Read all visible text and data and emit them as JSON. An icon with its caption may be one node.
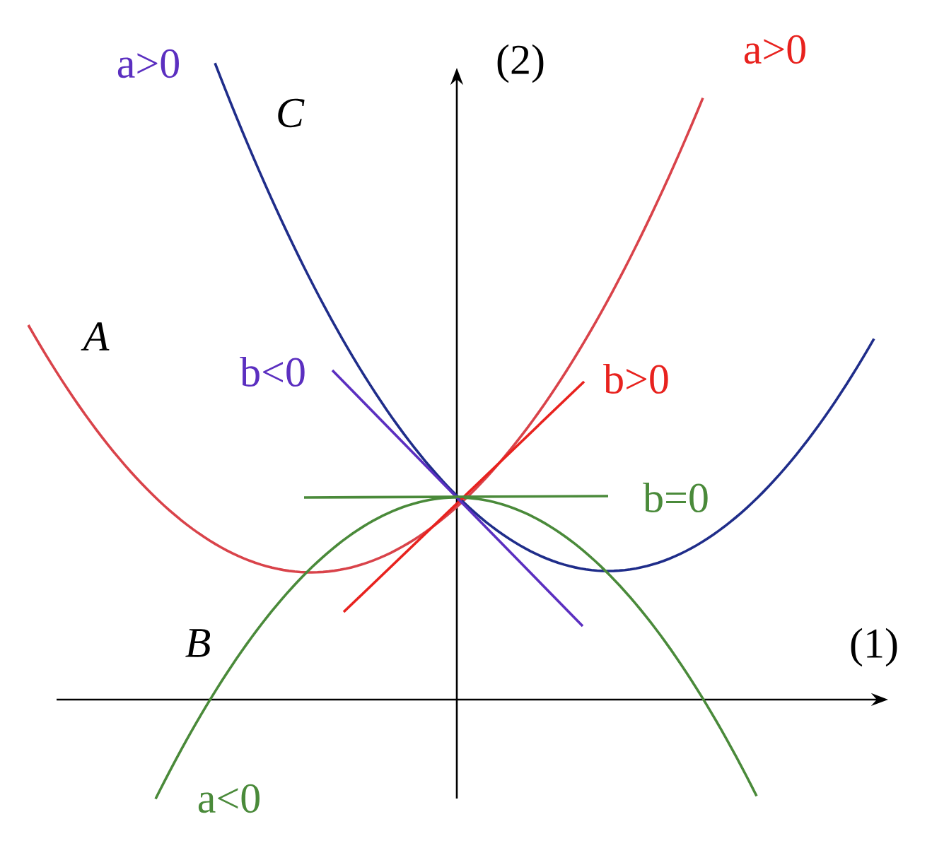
{
  "diagram": {
    "labels": [
      "a>0",
      "C",
      "(2)",
      "a>0",
      "A",
      "b<0",
      "b>0",
      "b=0",
      "B",
      "(1)",
      "a<0"
    ]
  }
}
